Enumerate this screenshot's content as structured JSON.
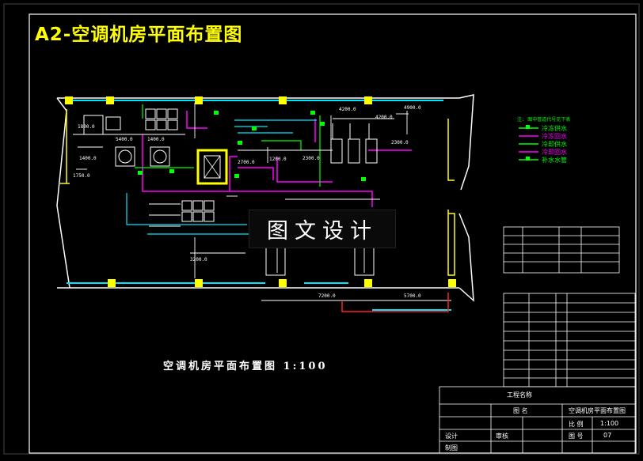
{
  "drawing_title": "A2-空调机房平面布置图",
  "plan_caption": "空调机房平面布置图 1:100",
  "watermark": "图文设计",
  "dimensions": [
    "1800.0",
    "5400.0",
    "1400.0",
    "1400.0",
    "1750.0",
    "2700.0",
    "1200.0",
    "4200.0",
    "4200.0",
    "2300.0",
    "2300.0",
    "4900.0",
    "7200.0",
    "5700.0",
    "3200.0"
  ],
  "title_block": {
    "project_label": "工程名称",
    "drawing_label": "图  名",
    "drawing_name": "空调机房平面布置图",
    "scale_label": "比 例",
    "scale_value": "1:100",
    "design_label": "设计",
    "review_label": "审核",
    "sheet_label": "图 号",
    "sheet_value": "07",
    "drafter_label": "制图"
  },
  "legend_lines": [
    {
      "label": "冷冻供水",
      "color": "#00ff00"
    },
    {
      "label": "冷冻回水",
      "color": "#ff00ff"
    },
    {
      "label": "冷却供水",
      "color": "#00ff00"
    },
    {
      "label": "冷却回水",
      "color": "#ff00ff"
    },
    {
      "label": "补水水管",
      "color": "#00ff00"
    }
  ],
  "colors": {
    "wall": "#ffff00",
    "pipe_cyan": "#00e5ff",
    "pipe_green": "#00ff00",
    "pipe_magenta": "#ff00ff",
    "line_white": "#ffffff",
    "line_red": "#ff2020"
  }
}
